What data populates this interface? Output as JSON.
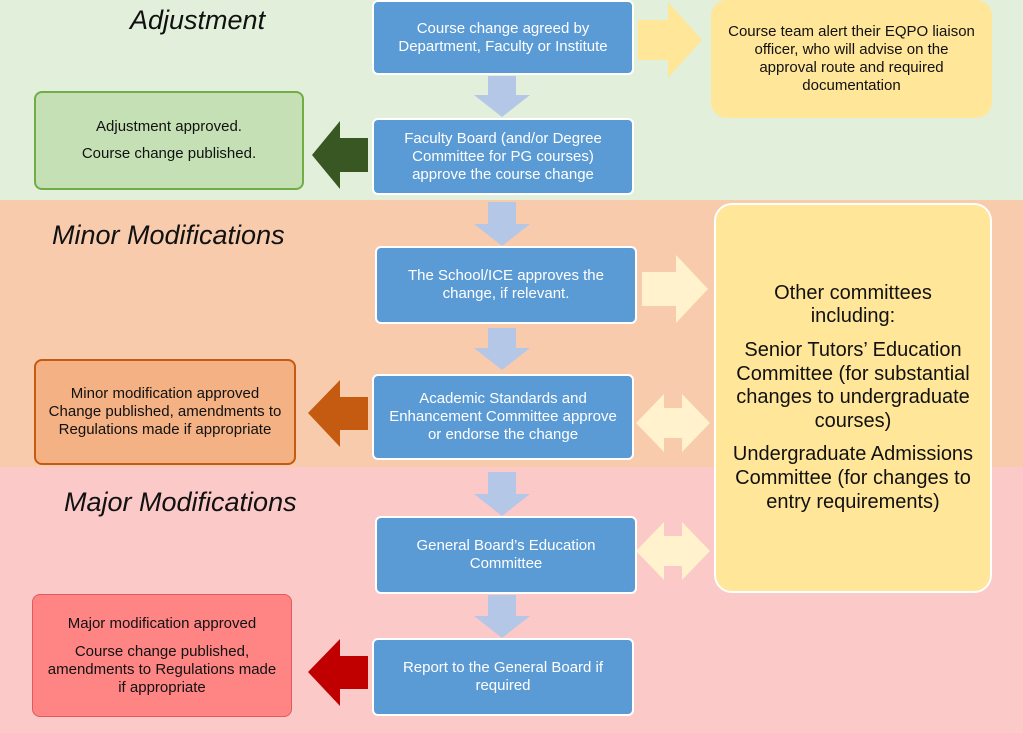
{
  "sections": {
    "adjustment": "Adjustment",
    "minor": "Minor Modifications",
    "major": "Major Modifications"
  },
  "flow": {
    "agreed": "Course change agreed by Department, Faculty or Institute",
    "faculty_board": "Faculty Board (and/or Degree Committee for PG courses) approve the course change",
    "school_ice": "The School/ICE approves the change, if relevant.",
    "asec": "Academic Standards and Enhancement Committee approve or endorse the change",
    "gb_education": "General Board’s Education Committee",
    "report_gb": "Report to the General Board if required"
  },
  "outcomes": {
    "adjustment_1": "Adjustment approved.",
    "adjustment_2": "Course change published.",
    "minor_1": "Minor modification approved",
    "minor_2": "Change published, amendments to Regulations made if appropriate",
    "major_1": "Major modification approved",
    "major_2": "Course change published, amendments to Regulations made if appropriate"
  },
  "alert": "Course team alert their EQPO liaison officer, who will advise on the approval route and required documentation",
  "committees": {
    "intro": "Other committees including:",
    "senior_tutors": "Senior Tutors’ Education Committee (for substantial changes to undergraduate courses)",
    "admissions": "Undergraduate Admissions Committee (for changes to entry requirements)"
  },
  "colors": {
    "adjustment_band": "#e2efda",
    "minor_band": "#f8cbad",
    "major_band": "#fcc9c9",
    "flow_box": "#5b9bd5",
    "down_arrow": "#b4c7e7",
    "adjustment_outcome": "#c5e0b4",
    "adjustment_arrow": "#385723",
    "minor_outcome": "#f4b183",
    "minor_arrow": "#c55a11",
    "major_outcome": "#ff8585",
    "major_arrow": "#c00000",
    "alert_box": "#ffe699",
    "alert_arrow": "#ffe699",
    "committee_box": "#ffe699",
    "committee_arrow": "#fff2cc"
  }
}
